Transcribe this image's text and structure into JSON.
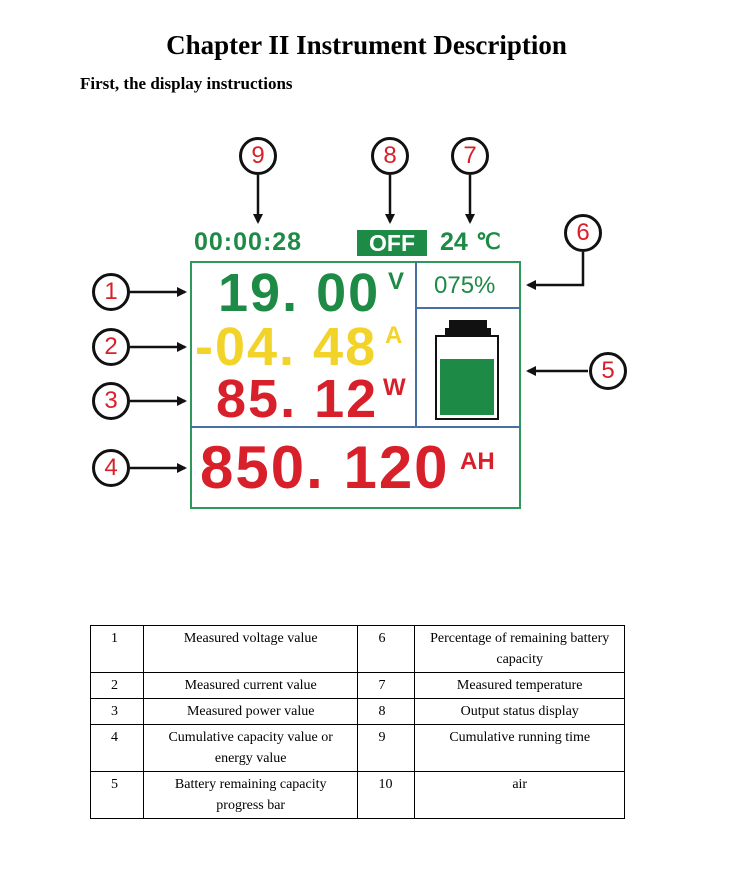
{
  "document": {
    "title": "Chapter II Instrument Description",
    "subtitle": "First, the display instructions"
  },
  "display": {
    "time": "00:00:28",
    "output_status": "OFF",
    "temperature": "24",
    "temperature_unit": "℃",
    "voltage": "19. 00",
    "voltage_unit": "V",
    "current": "-04. 48",
    "current_unit": "A",
    "power": "85. 12",
    "power_unit": "W",
    "battery_percent": "075%",
    "battery_level": 0.75,
    "capacity": "850. 120",
    "capacity_unit": "AH",
    "colors": {
      "green": "#1d8a45",
      "yellow": "#f2d32a",
      "red": "#d8202a",
      "border": "#2e9a5a"
    }
  },
  "callouts": [
    "1",
    "2",
    "3",
    "4",
    "5",
    "6",
    "7",
    "8",
    "9"
  ],
  "table": {
    "rows": [
      {
        "n1": "1",
        "d1": "Measured voltage value",
        "n2": "6",
        "d2": "Percentage of remaining battery capacity"
      },
      {
        "n1": "2",
        "d1": "Measured current value",
        "n2": "7",
        "d2": "Measured temperature"
      },
      {
        "n1": "3",
        "d1": "Measured power value",
        "n2": "8",
        "d2": "Output status display"
      },
      {
        "n1": "4",
        "d1": "Cumulative capacity value or energy value",
        "n2": "9",
        "d2": "Cumulative running time"
      },
      {
        "n1": "5",
        "d1": "Battery remaining capacity progress bar",
        "n2": "10",
        "d2": "air"
      }
    ]
  }
}
